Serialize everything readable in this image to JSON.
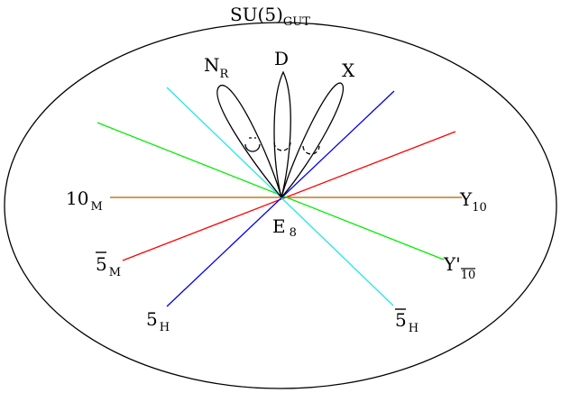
{
  "title": {
    "main": "SU(5)",
    "sub": "GUT"
  },
  "center": {
    "main": "E",
    "sub": "8"
  },
  "petals": [
    {
      "name": "N",
      "sub": "R"
    },
    {
      "name": "D"
    },
    {
      "name": "X"
    }
  ],
  "lines": [
    {
      "id": "10M-Y10",
      "color": "#c07a1e",
      "left": {
        "main": "10",
        "sub": "M"
      },
      "right": {
        "main": "Y",
        "sub": "10"
      }
    },
    {
      "id": "5barM-Y10prime",
      "color": "#ff0000",
      "left": {
        "main": "5",
        "sub": "M",
        "overbar": true
      }
    },
    {
      "id": "green",
      "color": "#00ee00",
      "right": {
        "main": "Y'",
        "sub": "10",
        "sub_overbar": true
      }
    },
    {
      "id": "blue",
      "color": "#0000ee",
      "left": {
        "main": "5",
        "sub": "H"
      }
    },
    {
      "id": "cyan",
      "color": "#22e6e6",
      "right": {
        "main": "5",
        "sub": "H",
        "overbar": true
      }
    }
  ]
}
